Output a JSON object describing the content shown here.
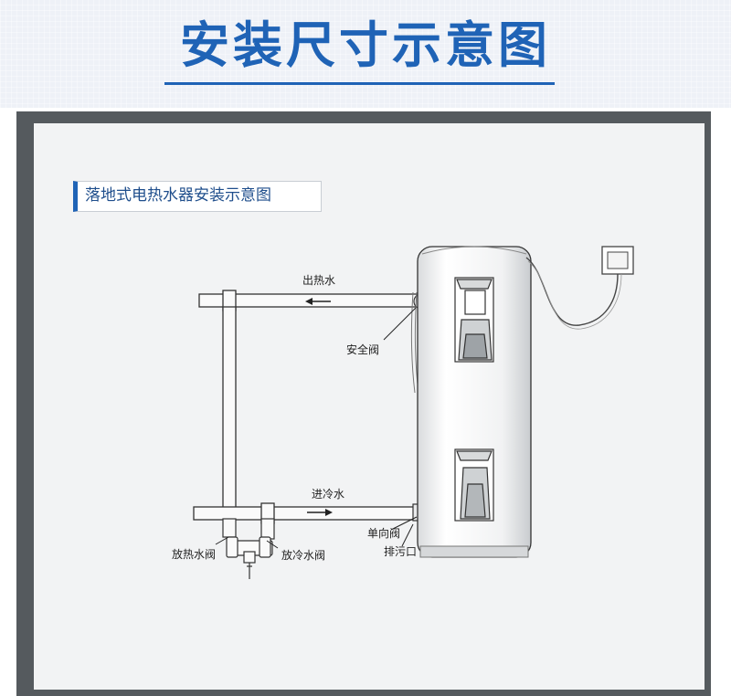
{
  "page": {
    "title": "安装尺寸示意图"
  },
  "diagram": {
    "caption": "落地式电热水器安装示意图",
    "labels": {
      "hot_out": "出热水",
      "safety_valve": "安全阀",
      "cold_in": "进冷水",
      "check_valve": "单向阀",
      "drain": "排污口",
      "hot_release_valve": "放热水阀",
      "cold_release_valve": "放冷水阀"
    }
  },
  "colors": {
    "brand_blue": "#1f63b6",
    "wall": "#555a5e",
    "line": "#333333"
  }
}
